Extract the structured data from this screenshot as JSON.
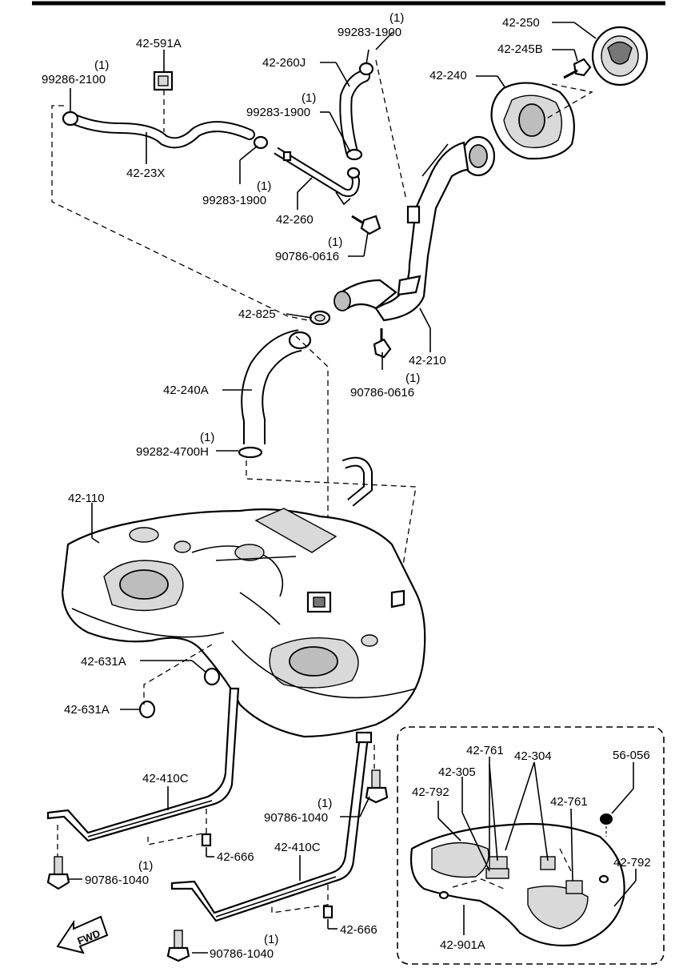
{
  "labels": {
    "l_99283_1900_top": "99283-1900",
    "l_99283_1900_top_qty": "(1)",
    "l_42_250": "42-250",
    "l_42_591a": "42-591A",
    "l_42_260j": "42-260J",
    "l_42_245b": "42-245B",
    "l_99286_2100": "99286-2100",
    "l_99286_2100_qty": "(1)",
    "l_42_240": "42-240",
    "l_99283_1900_mid": "99283-1900",
    "l_99283_1900_mid_qty": "(1)",
    "l_42_23x": "42-23X",
    "l_99283_1900_low": "99283-1900",
    "l_99283_1900_low_qty": "(1)",
    "l_42_260": "42-260",
    "l_90786_0616_top": "90786-0616",
    "l_90786_0616_top_qty": "(1)",
    "l_42_825": "42-825",
    "l_42_210": "42-210",
    "l_90786_0616_low": "90786-0616",
    "l_90786_0616_low_qty": "(1)",
    "l_42_240a": "42-240A",
    "l_99282_4700h": "99282-4700H",
    "l_99282_4700h_qty": "(1)",
    "l_42_110": "42-110",
    "l_42_631a_1": "42-631A",
    "l_42_631a_2": "42-631A",
    "l_42_410c_1": "42-410C",
    "l_42_410c_2": "42-410C",
    "l_90786_1040_1": "90786-1040",
    "l_90786_1040_1_qty": "(1)",
    "l_90786_1040_2": "90786-1040",
    "l_90786_1040_2_qty": "(1)",
    "l_90786_1040_3": "90786-1040",
    "l_90786_1040_3_qty": "(1)",
    "l_42_666_1": "42-666",
    "l_42_666_2": "42-666",
    "l_42_761_1": "42-761",
    "l_42_304": "42-304",
    "l_56_056": "56-056",
    "l_42_305": "42-305",
    "l_42_792_1": "42-792",
    "l_42_761_2": "42-761",
    "l_42_792_2": "42-792",
    "l_42_901a": "42-901A",
    "fwd": "FWD"
  }
}
